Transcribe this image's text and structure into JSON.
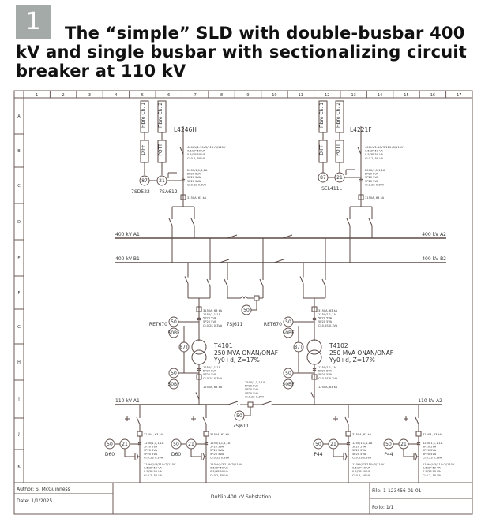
{
  "figure": {
    "number": "1",
    "title": "The “simple” SLD with double-busbar 400 kV and single busbar with sectionalizing circuit breaker at 110 kV"
  },
  "grid": {
    "columns": [
      "1",
      "2",
      "3",
      "4",
      "5",
      "6",
      "7",
      "8",
      "9",
      "10",
      "11",
      "12",
      "13",
      "14",
      "15",
      "16",
      "17"
    ],
    "rows": [
      "A",
      "B",
      "C",
      "D",
      "E",
      "F",
      "G",
      "H",
      "I",
      "J",
      "K"
    ]
  },
  "buses": {
    "a1": "400 kV A1",
    "a2": "400 kV A2",
    "b1": "400 kV B1",
    "b2": "400 kV B2",
    "lv_a1": "110 kV A1",
    "lv_a2": "110 kV A2"
  },
  "line_left": {
    "name": "L4246H",
    "fibre1": "Fibre Ch. 1",
    "fibre2": "Fibre Ch. 2",
    "diff": "DIFF",
    "pott": "POTT",
    "r87": "87",
    "r21": "21",
    "relay1": "7SD522",
    "relay2": "7SA612",
    "vt": [
      "400kV/1.10√3/110√3/110V",
      "0.5/3P 50 VA",
      "0.5/3P 50 VA",
      "Cl.0.2, 50 VA"
    ],
    "ct": [
      "2000/1,1,1,1A",
      "5P20 5VA",
      "5P20 5VA",
      "5P20 5VA",
      "Cl.0.2S 0.3VA"
    ],
    "cb": "3150A, 63 kA"
  },
  "line_right": {
    "name": "L4221F",
    "fibre1": "Fibre Ch. 1",
    "fibre2": "Fibre Ch. 2",
    "diff": "DIFF",
    "pott": "POTT",
    "r87": "87",
    "r21": "21",
    "relay1": "SEL411L",
    "vt": [
      "400kV/1.10√3/110√3/110V",
      "0.5/3P 50 VA",
      "0.5/3P 50 VA",
      "Cl.0.2, 50 VA"
    ],
    "ct": [
      "2000/1,1,1,1A",
      "5P20 5VA",
      "5P20 5VA",
      "5P20 5VA",
      "Cl.0.2S 0.3VA"
    ],
    "cb": "3150A, 63 kA"
  },
  "coupler": {
    "relay": "7SJ611",
    "r50": "50"
  },
  "tr1": {
    "name": "T4101",
    "rating": "250 MVA ONAN/ONAF",
    "vector": "Yy0+d, Z=17%",
    "relay": "RET670",
    "r50": "50",
    "r50bf": "50BF",
    "r87t": "87T",
    "hv_cb": "3150A, 63 kA",
    "hv_ct": [
      "1250/1,1,1A",
      "5P20 5VA",
      "5P20 5VA",
      "Cl.0.2S 0.3VA"
    ],
    "lv_ct": [
      "1250/1,1,1A",
      "5P20 5VA",
      "5P20 5VA",
      "Cl.0.2S 0.3VA"
    ],
    "lv_cb": "1250A, 63 kA"
  },
  "tr2": {
    "name": "T4102",
    "rating": "250 MVA ONAN/ONAF",
    "vector": "Yy0+d, Z=17%",
    "relay": "RET670",
    "r50": "50",
    "r50bf": "50BF",
    "r87t": "87T",
    "hv_cb": "3150A, 63 kA",
    "hv_ct": [
      "1250/1,1,1A",
      "5P20 5VA",
      "5P20 5VA",
      "Cl.0.2S 0.3VA"
    ],
    "lv_ct": [
      "1250/1,1,1A",
      "5P20 5VA",
      "5P20 5VA",
      "Cl.0.2S 0.3VA"
    ],
    "lv_cb": "1250A, 63 kA"
  },
  "lv_section": {
    "relay": "7SJ611",
    "r50": "50",
    "ct": [
      "2500/1,1,1,1A",
      "5P20 5VA",
      "5P20 5VA",
      "5P20 5VA",
      "Cl.0.2S 0.3VA"
    ]
  },
  "feeders": [
    {
      "relay": "D60",
      "r50": "50",
      "r21": "21",
      "cb": "3150A, 63 kA",
      "ct": [
        "1250/1,1,1,1A",
        "5P20 5VA",
        "5P20 5VA",
        "5P20 5VA",
        "Cl.0.2S 0.3VA"
      ],
      "vt": [
        "110kV/√3/110√3/110V",
        "0.5/3P 50 VA",
        "0.5/3P 50 VA",
        "Cl.0.2, 50 VA"
      ]
    },
    {
      "relay": "D60",
      "r50": "50",
      "r21": "21",
      "cb": "3150A, 63 kA",
      "ct": [
        "1250/1,1,1,1A",
        "5P20 5VA",
        "5P20 5VA",
        "5P20 5VA",
        "Cl.0.2S 0.3VA"
      ],
      "vt": [
        "110kV/√3/110√3/110V",
        "0.5/3P 50 VA",
        "0.5/3P 50 VA",
        "Cl.0.2, 50 VA"
      ]
    },
    {
      "relay": "P44",
      "r50": "50",
      "r21": "21",
      "cb": "3150A, 63 kA",
      "ct": [
        "1250/1,1,1,1A",
        "5P20 5VA",
        "5P20 5VA",
        "5P20 5VA",
        "Cl.0.2S 0.3VA"
      ],
      "vt": [
        "110kV/√3/110√3/110V",
        "0.5/3P 50 VA",
        "0.5/3P 50 VA",
        "Cl.0.2, 50 VA"
      ]
    },
    {
      "relay": "P44",
      "r50": "50",
      "r21": "21",
      "cb": "3150A, 63 kA",
      "ct": [
        "1250/1,1,1,1A",
        "5P20 5VA",
        "5P20 5VA",
        "5P20 5VA",
        "Cl.0.2S 0.3VA"
      ],
      "vt": [
        "110kV/√3/110√3/110V",
        "0.5/3P 50 VA",
        "0.5/3P 50 VA",
        "Cl.0.2, 50 VA"
      ]
    }
  ],
  "footer": {
    "author": "Author: S. McGuinness",
    "date": "Date: 1/1/2025",
    "project": "Dublin 400 kV Substation",
    "file": "File: 1-123456-01-01",
    "folio": "Folio: 1/1"
  }
}
